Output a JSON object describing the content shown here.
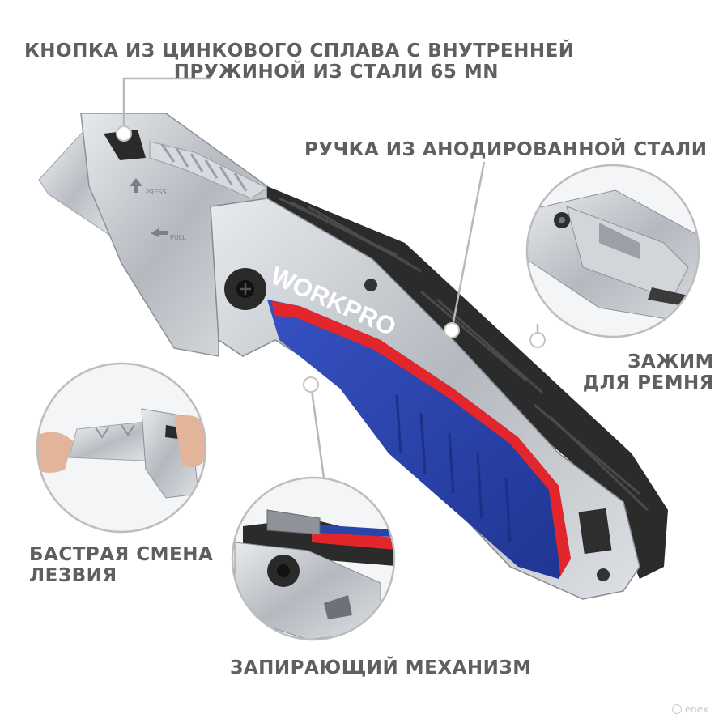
{
  "callouts": {
    "button": {
      "line1": "КНОПКА ИЗ ЦИНКОВОГО СПЛАВА С ВНУТРЕННЕЙ",
      "line2": "ПРУЖИНОЙ  ИЗ  СТАЛИ 65 MN"
    },
    "handle": "РУЧКА ИЗ АНОДИРОВАННОЙ СТАЛИ",
    "clip": {
      "line1": "ЗАЖИМ",
      "line2": "ДЛЯ РЕМНЯ"
    },
    "blade": {
      "line1": "БАСТРАЯ СМЕНА",
      "line2": "ЛЕЗВИЯ"
    },
    "lock": "ЗАПИРАЮЩИЙ МЕХАНИЗМ"
  },
  "product": {
    "brand": "WORKPRO",
    "press_mark": "PRESS",
    "press_mark2": "PULL"
  },
  "watermark": "enex",
  "colors": {
    "label_text": "#5f5f5f",
    "callout_line": "#b8b8b8",
    "handle_blue": "#2a45a8",
    "handle_red": "#e3262b",
    "metal": "#c9cdd2",
    "dark_rail": "#2b2b2b"
  }
}
